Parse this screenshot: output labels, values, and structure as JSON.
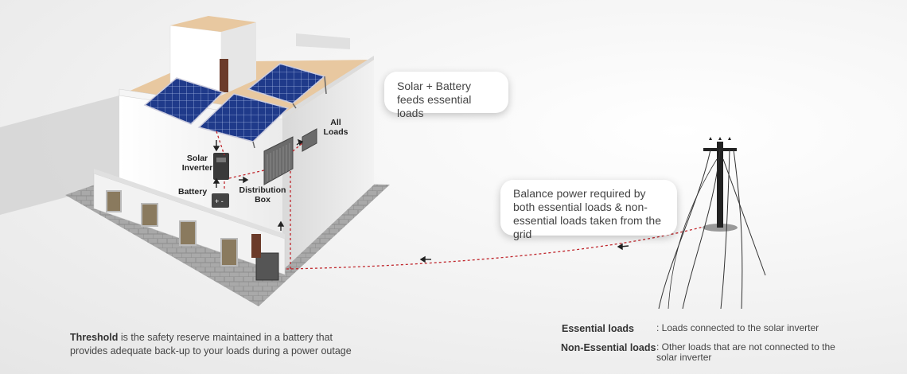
{
  "callouts": {
    "solar_battery": "Solar + Battery feeds essential loads",
    "grid_balance": "Balance power required by both essential loads & non-essential loads taken from the grid"
  },
  "labels": {
    "all_loads": "All Loads",
    "solar_inverter": "Solar Inverter",
    "battery": "Battery",
    "distribution_box": "Distribution Box"
  },
  "threshold_note": {
    "term": "Threshold",
    "text": " is the safety reserve maintained in a battery that provides adequate back-up to your loads during a power outage"
  },
  "legend": [
    {
      "term": "Essential loads",
      "definition": ": Loads connected to the solar inverter"
    },
    {
      "term": "Non-Essential loads",
      "definition": ": Other loads that are not connected to the solar inverter"
    }
  ],
  "colors": {
    "power_line": "#c0272d",
    "solar_panel": "#1f3a8a",
    "callout_background": "#ffffff"
  }
}
